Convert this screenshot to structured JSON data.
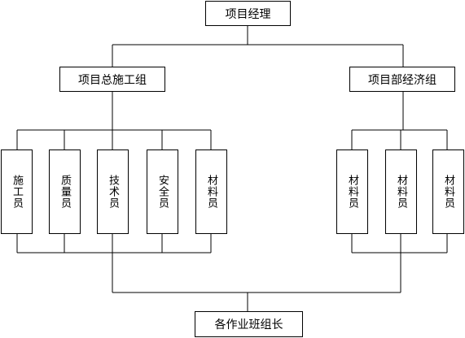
{
  "chart": {
    "top": "项目经理",
    "left_group": {
      "title": "项目总施工组",
      "members": [
        "施工员",
        "质量员",
        "技术员",
        "安全员",
        "材料员"
      ]
    },
    "right_group": {
      "title": "项目部经济组",
      "members": [
        "材料员",
        "材料员",
        "材料员"
      ]
    },
    "bottom": "各作业班组长"
  },
  "colors": {
    "line": "#000000",
    "box_border": "#000000",
    "background": "#ffffff",
    "text": "#000000"
  }
}
